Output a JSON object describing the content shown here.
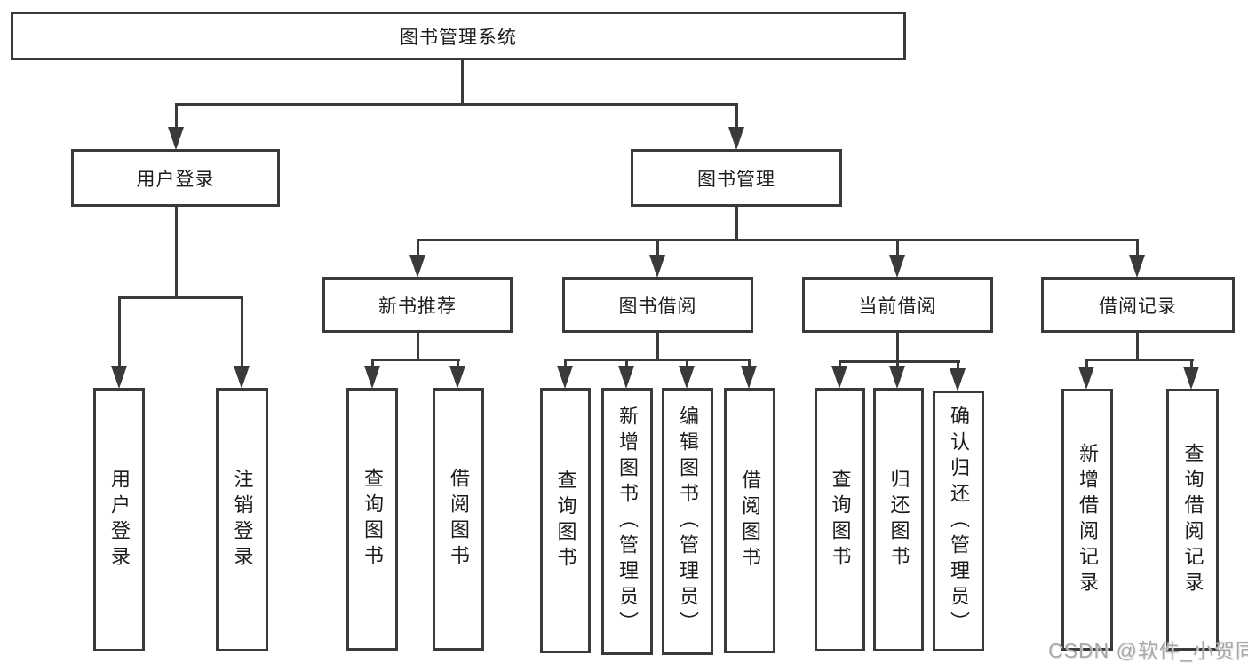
{
  "tree": {
    "label": "图书管理系统",
    "children": [
      {
        "label": "用户登录",
        "children": [
          {
            "label": "用户登录"
          },
          {
            "label": "注销登录"
          }
        ]
      },
      {
        "label": "图书管理",
        "children": [
          {
            "label": "新书推荐",
            "children": [
              {
                "label": "查询图书"
              },
              {
                "label": "借阅图书"
              }
            ]
          },
          {
            "label": "图书借阅",
            "children": [
              {
                "label": "查询图书"
              },
              {
                "label": "新增图书（管理员）"
              },
              {
                "label": "编辑图书（管理员）"
              },
              {
                "label": "借阅图书"
              }
            ]
          },
          {
            "label": "当前借阅",
            "children": [
              {
                "label": "查询图书"
              },
              {
                "label": "归还图书"
              },
              {
                "label": "确认归还（管理员）"
              }
            ]
          },
          {
            "label": "借阅记录",
            "children": [
              {
                "label": "新增借阅记录"
              },
              {
                "label": "查询借阅记录"
              }
            ]
          }
        ]
      }
    ]
  },
  "watermark": {
    "text": "CSDN @软件_小贺同学"
  },
  "colors": {
    "line": "#3a3a3a",
    "text": "#1c1c1c",
    "watermark": "#a9a9a9",
    "background": "#ffffff"
  }
}
